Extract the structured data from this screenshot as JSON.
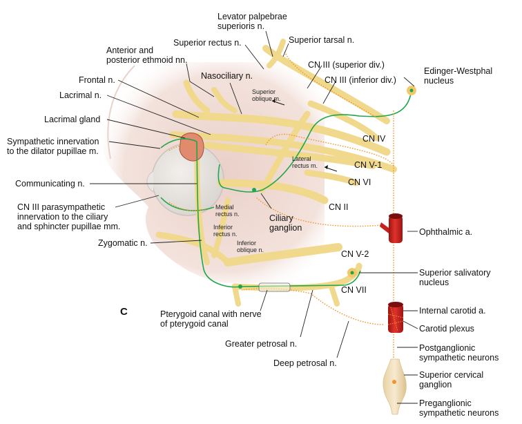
{
  "figure": {
    "panel_letter": "C",
    "colors": {
      "nerve": "#f0d98c",
      "parasympathetic_fiber": "#1fa64a",
      "sympathetic_fiber": "#f0962a",
      "artery": "#c8201e",
      "gland": "#e08a70",
      "skin": "#f1dcd6",
      "eyeball": "#e6e3df"
    },
    "labels": {
      "levator": [
        "Levator palpebrae",
        "superioris n."
      ],
      "superior_rectus": "Superior rectus n.",
      "superior_tarsal": "Superior tarsal n.",
      "ethmoid": [
        "Anterior and",
        "posterior ethmoid nn."
      ],
      "nasociliary": "Nasociliary n.",
      "cn3_sup": "CN III (superior div.)",
      "cn3_inf": "CN III (inferior div.)",
      "edinger": [
        "Edinger-Westphal",
        "nucleus"
      ],
      "frontal": "Frontal n.",
      "lacrimal_n": "Lacrimal n.",
      "lacrimal_gland": "Lacrimal gland",
      "sympathetic_dilator": [
        "Sympathetic innervation",
        "to the dilator pupillae m."
      ],
      "communicating": "Communicating n.",
      "cn3_parasymp": [
        "CN III parasympathetic",
        "innervation to the ciliary",
        "and sphincter pupillae mm."
      ],
      "zygomatic": "Zygomatic n.",
      "superior_oblique": [
        "Superior",
        "oblique m."
      ],
      "lateral_rectus": [
        "Lateral",
        "rectus m."
      ],
      "cn4": "CN IV",
      "cn5_1": "CN V-1",
      "cn6": "CN VI",
      "cn2": "CN II",
      "medial_rectus": [
        "Medial",
        "rectus n."
      ],
      "inferior_rectus": [
        "Inferior",
        "rectus n."
      ],
      "inferior_oblique": [
        "Inferior",
        "oblique n."
      ],
      "ciliary_ganglion": [
        "Ciliary",
        "ganglion"
      ],
      "ophthalmic": "Ophthalmic a.",
      "cn5_2": "CN V-2",
      "superior_salivatory": [
        "Superior salivatory",
        "nucleus"
      ],
      "cn7": "CN VII",
      "pterygoid": [
        "Pterygoid canal with nerve",
        "of pterygoid canal"
      ],
      "greater_petrosal": "Greater petrosal n.",
      "deep_petrosal": "Deep petrosal n.",
      "internal_carotid": "Internal carotid a.",
      "carotid_plexus": "Carotid plexus",
      "postganglionic": [
        "Postganglionic",
        "sympathetic neurons"
      ],
      "superior_cervical": [
        "Superior cervical",
        "ganglion"
      ],
      "preganglionic": [
        "Preganglionic",
        "sympathetic neurons"
      ]
    }
  }
}
